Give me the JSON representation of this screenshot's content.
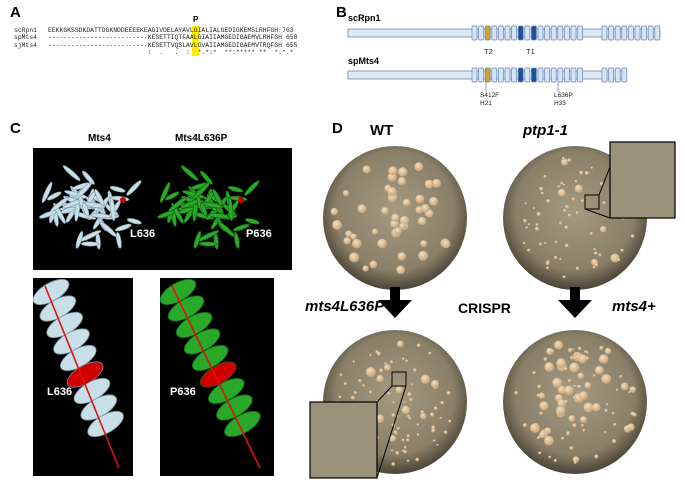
{
  "panels": {
    "a": "A",
    "b": "B",
    "c": "C",
    "d": "D"
  },
  "panel_a": {
    "marker": "P",
    "rows": [
      {
        "name": "scRpn1",
        "seq": "EEKKGKSSDKDATTDGKNDDEEEEKEAGIVDELAYAVLGIALIALGEDIGKEMSLRHFGH",
        "end": "763"
      },
      {
        "name": "spMts4",
        "seq": "--------------------------KESETTIQTFAALGIAIIAMGEDIGAEMVLRHFGH",
        "end": "658"
      },
      {
        "name": "sjMts4",
        "seq": "--------------------------KESETTVQSLAVLGVAIIAMGEDIGAEMVTRQFGH",
        "end": "655"
      }
    ],
    "conservation": "                          :  .   .  :  *.*:*  **:***** **  *:*.*"
  },
  "panel_b": {
    "proteins": [
      "scRpn1",
      "spMts4"
    ],
    "repeat_labels": [
      "T2",
      "T1"
    ],
    "mutations": [
      {
        "line1": "S412F",
        "line2": "H21"
      },
      {
        "line1": "L636P",
        "line2": "H33"
      }
    ]
  },
  "panel_c": {
    "structures": [
      "Mts4",
      "Mts4L636P"
    ],
    "residue_labels": [
      "L636",
      "P636",
      "L636",
      "P636"
    ]
  },
  "panel_d": {
    "strains": [
      "WT",
      "ptp1-1",
      "mts4L636P",
      "CRISPR",
      "mts4+"
    ],
    "plate_colonies": [
      {
        "large": 46,
        "small": 0
      },
      {
        "large": 6,
        "small": 55
      },
      {
        "large": 14,
        "small": 75
      },
      {
        "large": 40,
        "small": 55
      }
    ]
  },
  "colors": {
    "background": "#ffffff",
    "highlight_yellow": "#ffea00",
    "repeat_box_fill": "#d6e3f2",
    "repeat_box_border": "#6a88b0",
    "repeat_gold": "#d5a21f",
    "repeat_blue": "#1f4f9a",
    "helix_wt": "#c9dfe8",
    "helix_mutant": "#2aa82a",
    "mutation_red": "#d00000",
    "agar": "#8f8670"
  }
}
